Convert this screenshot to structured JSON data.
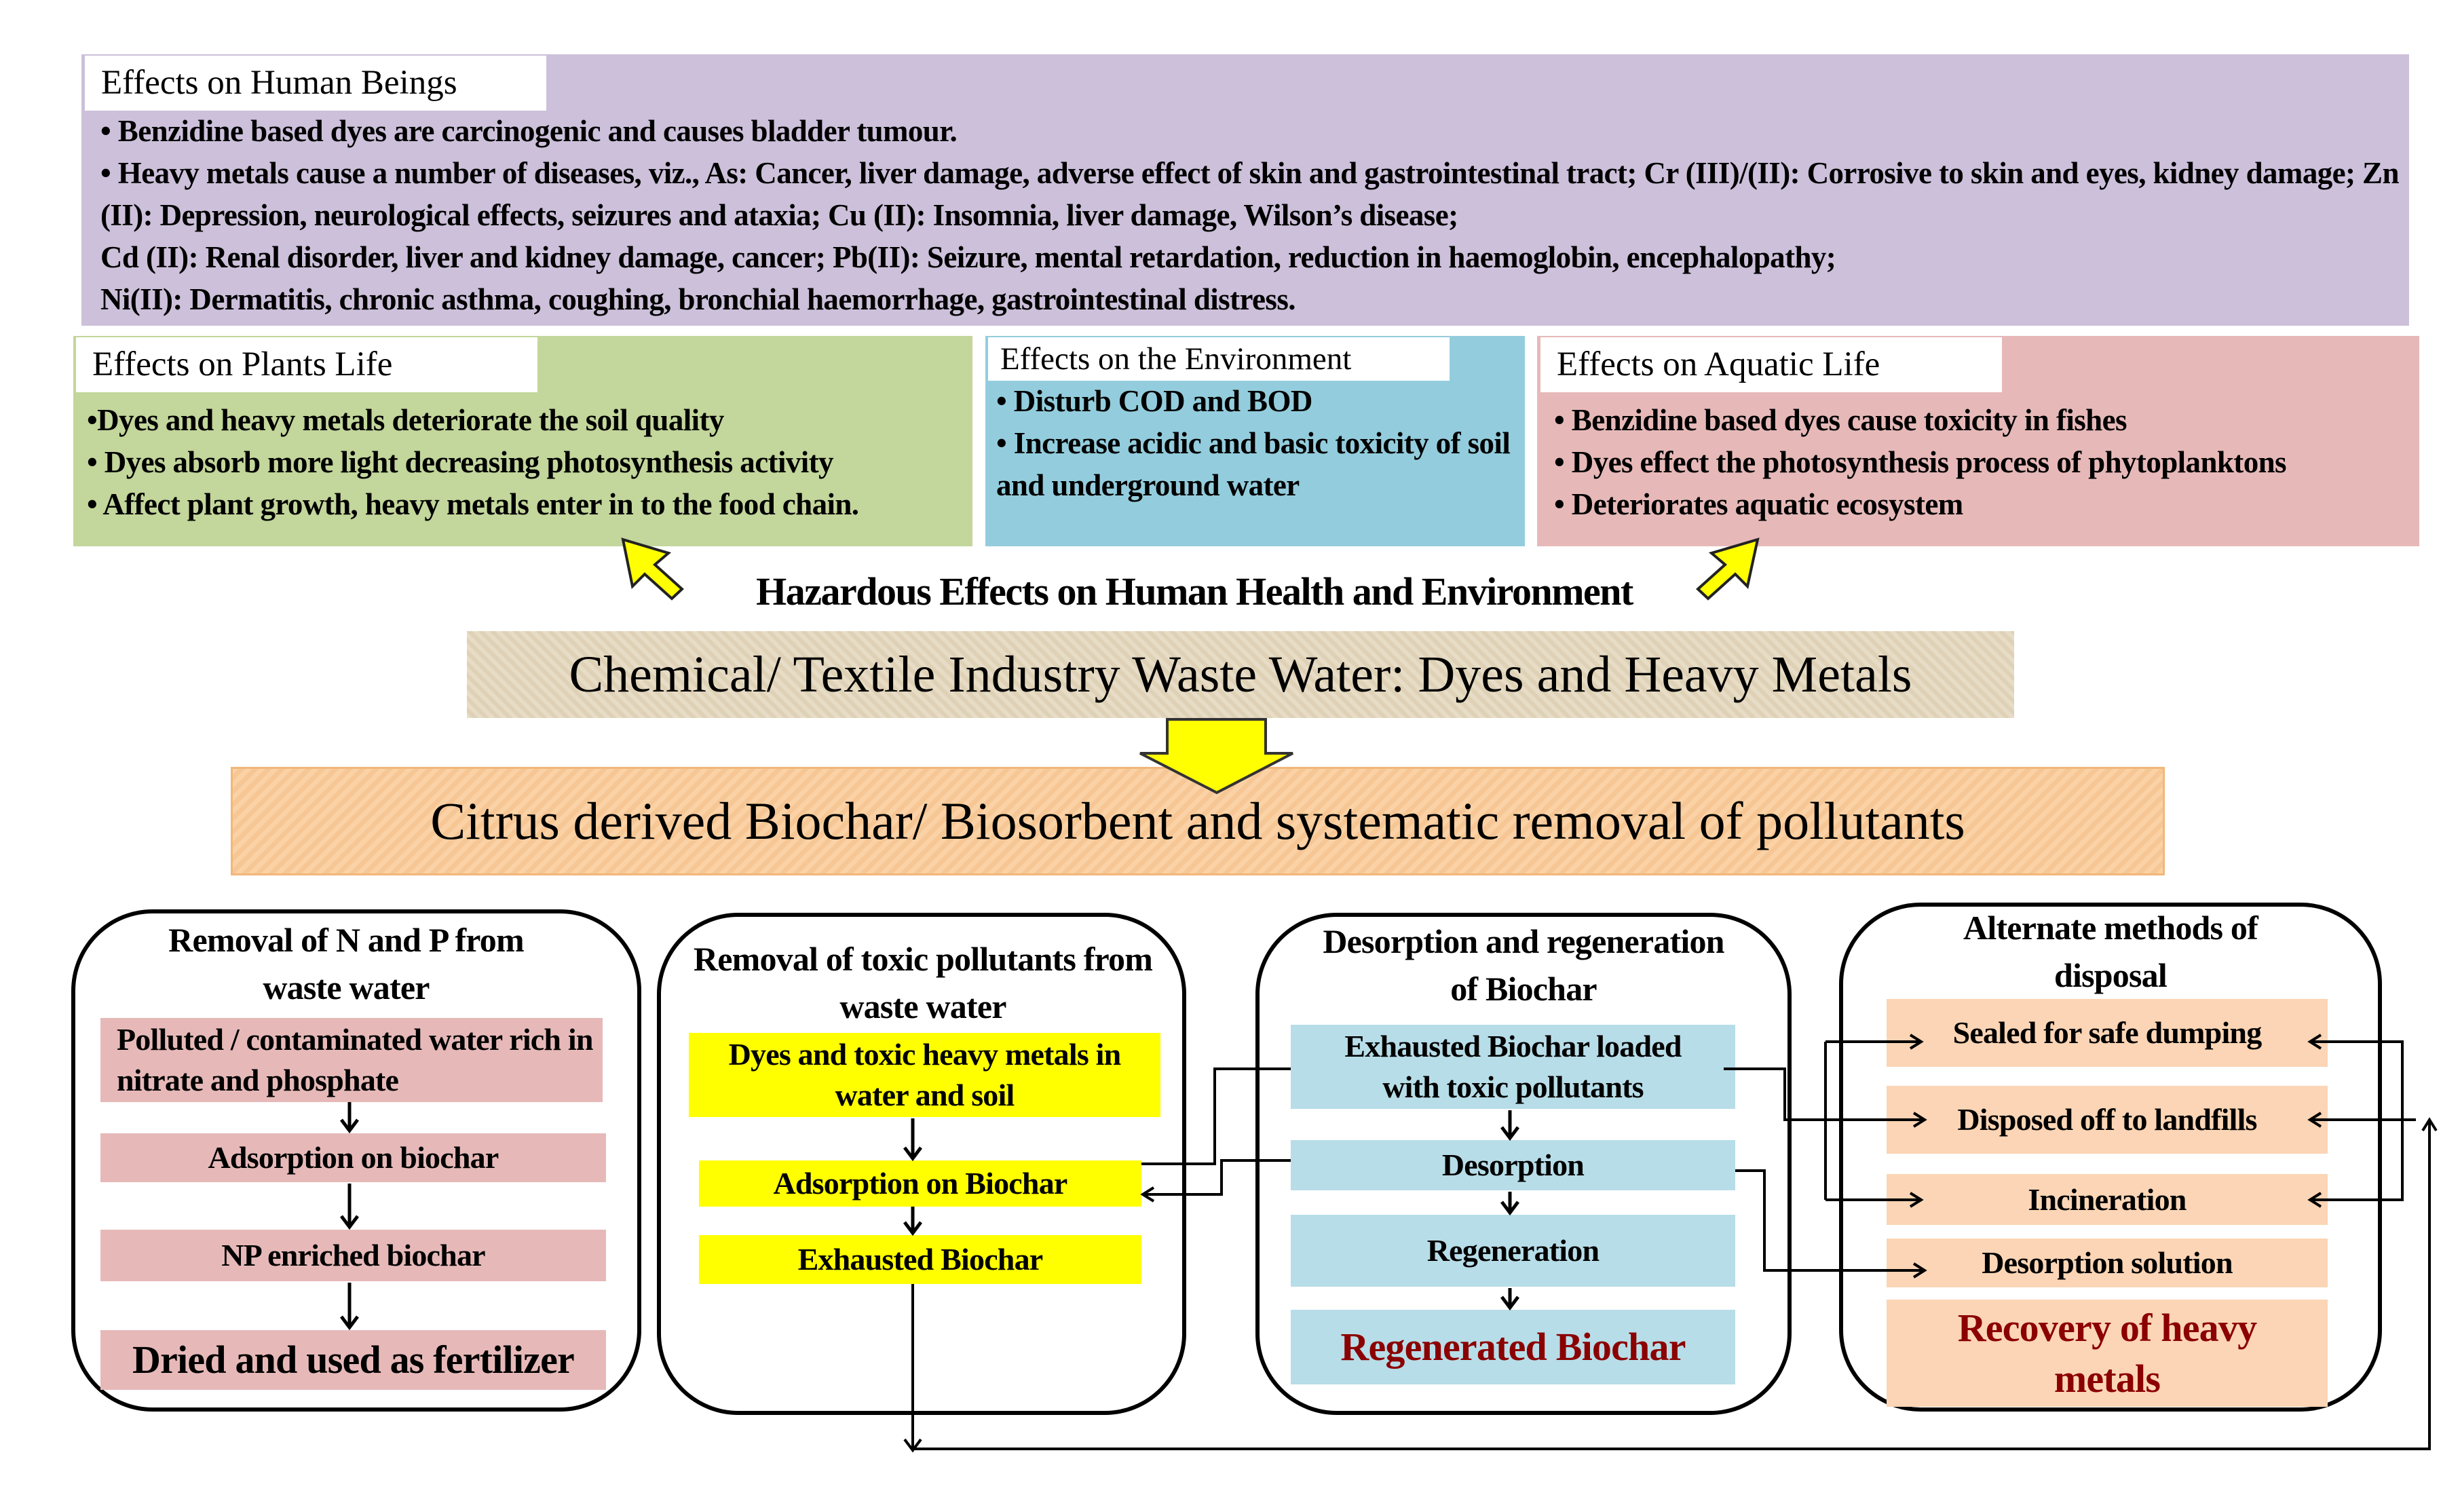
{
  "human": {
    "title": "Effects on Human Beings",
    "bullets": [
      "• Benzidine based dyes are carcinogenic and causes bladder tumour.",
      "• Heavy metals cause a number of diseases, viz., As: Cancer, liver damage, adverse effect of skin and gastrointestinal tract; Cr (III)/(II): Corrosive to skin and eyes, kidney damage; Zn (II): Depression, neurological effects, seizures and ataxia; Cu (II): Insomnia, liver damage, Wilson’s disease;",
      "Cd (II): Renal disorder, liver and kidney damage, cancer; Pb(II): Seizure, mental retardation, reduction in haemoglobin, encephalopathy;",
      "Ni(II): Dermatitis, chronic asthma, coughing, bronchial haemorrhage, gastrointestinal distress."
    ]
  },
  "plants": {
    "title": "Effects on Plants Life",
    "bullets": [
      "•Dyes and heavy metals deteriorate the soil quality",
      "• Dyes absorb more light decreasing photosynthesis activity",
      "• Affect plant growth, heavy metals enter in to the food chain."
    ]
  },
  "environment": {
    "title": "Effects on the Environment",
    "bullets": [
      "• Disturb COD and BOD",
      "• Increase acidic and basic toxicity of soil and underground water"
    ]
  },
  "aquatic": {
    "title": "Effects on Aquatic Life",
    "bullets": [
      "• Benzidine based dyes cause toxicity in fishes",
      "• Dyes effect the photosynthesis process of phytoplanktons",
      "•  Deteriorates aquatic ecosystem"
    ]
  },
  "hazard_title": "Hazardous Effects on Human Health and Environment",
  "wastewater": "Chemical/ Textile Industry Waste Water: Dyes and Heavy Metals",
  "biochar": "Citrus derived Biochar/ Biosorbent and systematic removal of pollutants",
  "col1": {
    "title": "Removal of N and P from waste water",
    "steps": [
      "Polluted / contaminated water rich in nitrate and phosphate",
      "Adsorption on biochar",
      "NP enriched biochar",
      "Dried and used as fertilizer"
    ]
  },
  "col2": {
    "title": "Removal of toxic pollutants from waste water",
    "steps": [
      "Dyes  and toxic heavy metals in water and soil",
      "Adsorption on  Biochar",
      "Exhausted Biochar"
    ]
  },
  "col3": {
    "title": "Desorption and regeneration of  Biochar",
    "steps": [
      "Exhausted Biochar loaded with toxic pollutants",
      "Desorption",
      "Regeneration",
      "Regenerated Biochar"
    ]
  },
  "col4": {
    "title": "Alternate methods of disposal",
    "steps": [
      "Sealed for safe dumping",
      "Disposed off to landfills",
      "Incineration",
      "Desorption solution",
      "Recovery of heavy metals"
    ]
  },
  "colors": {
    "human": "#ccc0da",
    "plants": "#c3d69b",
    "environment": "#93cddd",
    "aquatic": "#e6b9b8",
    "arrow_fill": "#ffff00"
  }
}
